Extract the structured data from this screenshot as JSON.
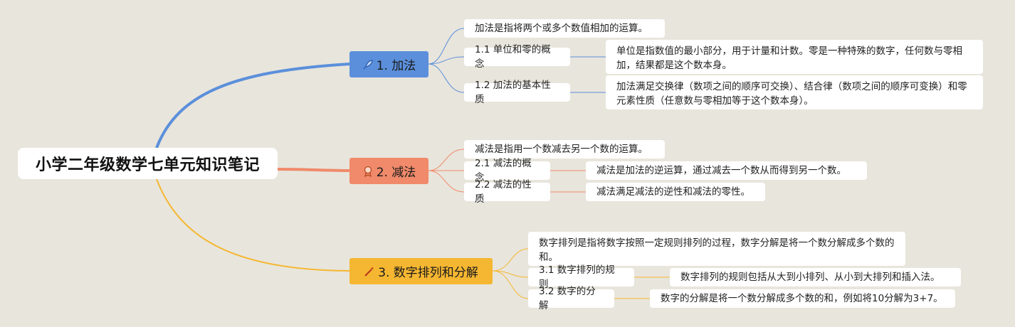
{
  "root": {
    "title": "小学二年级数学七单元知识笔记"
  },
  "branches": [
    {
      "label": "1. 加法",
      "icon": "rocket-icon",
      "color": "#5b8fdb",
      "definition": "加法是指将两个或多个数值相加的运算。",
      "subtopics": [
        {
          "label": "1.1 单位和零的概念",
          "detail": "单位是指数值的最小部分，用于计量和计数。零是一种特殊的数字，任何数与零相加，结果都是这个数本身。"
        },
        {
          "label": "1.2 加法的基本性质",
          "detail": "加法满足交换律（数项之间的顺序可交换）、结合律（数项之间的顺序可变换）和零元素性质（任意数与零相加等于这个数本身）。"
        }
      ]
    },
    {
      "label": "2. 减法",
      "icon": "award-ribbon-icon",
      "color": "#f08a6a",
      "definition": "减法是指用一个数减去另一个数的运算。",
      "subtopics": [
        {
          "label": "2.1 减法的概念",
          "detail": "减法是加法的逆运算，通过减去一个数从而得到另一个数。"
        },
        {
          "label": "2.2 减法的性质",
          "detail": "减法满足减法的逆性和减法的零性。"
        }
      ]
    },
    {
      "label": "3. 数字排列和分解",
      "icon": "magic-wand-icon",
      "color": "#f5b731",
      "definition": "数字排列是指将数字按照一定规则排列的过程，数字分解是将一个数分解成多个数的和。",
      "subtopics": [
        {
          "label": "3.1 数字排列的规则",
          "detail": "数字排列的规则包括从大到小排列、从小到大排列和插入法。"
        },
        {
          "label": "3.2 数字的分解",
          "detail": "数字的分解是将一个数分解成多个数的和，例如将10分解为3+7。"
        }
      ]
    }
  ]
}
